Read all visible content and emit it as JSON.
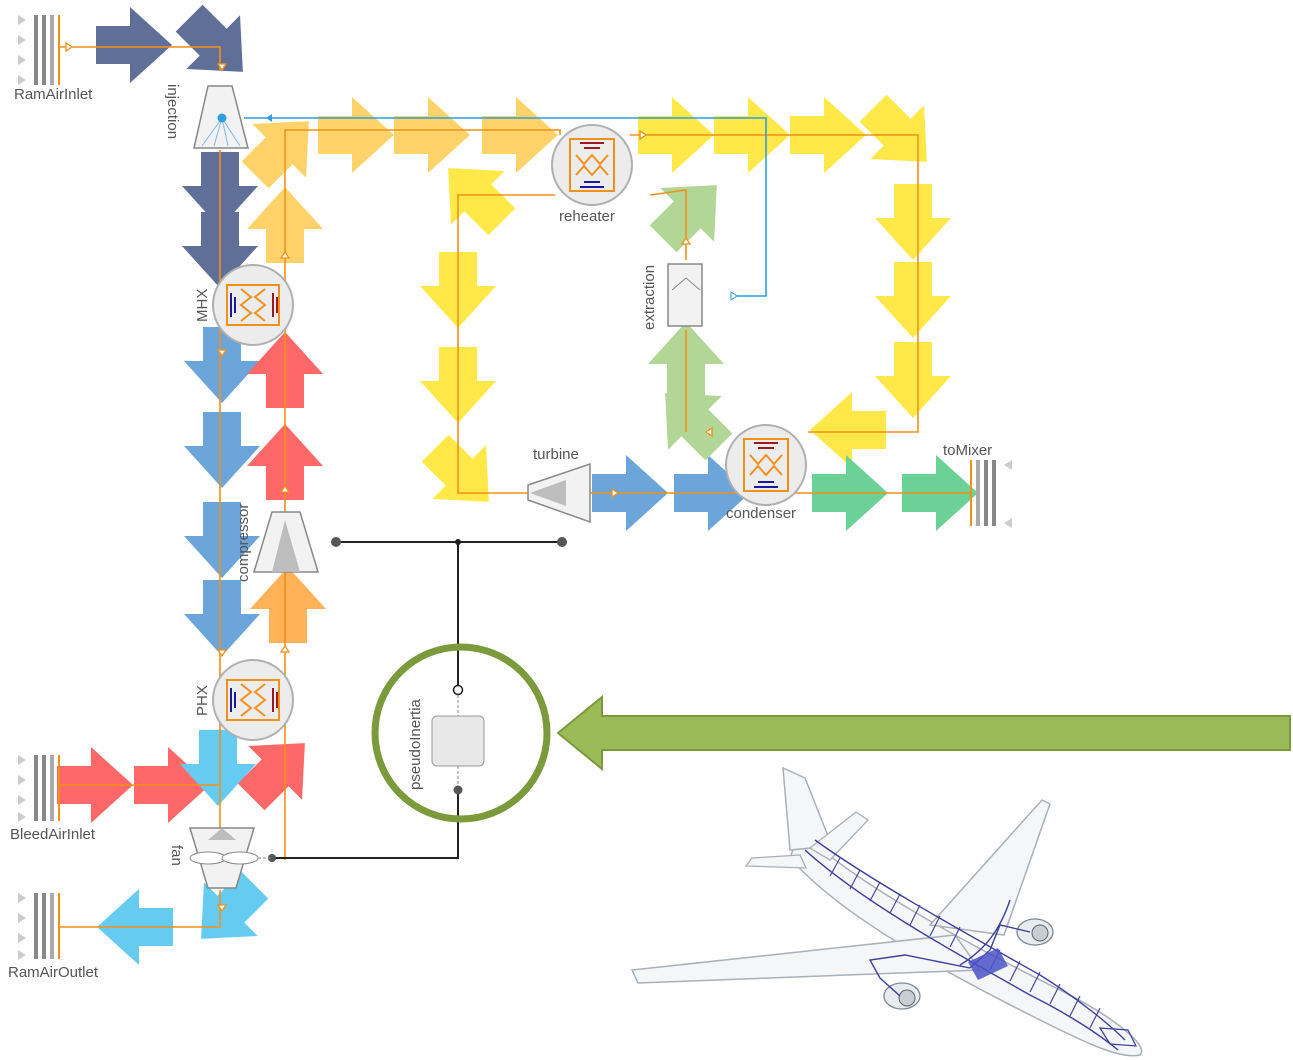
{
  "labels": {
    "ram_air_inlet": "RamAirInlet",
    "injection": "injection",
    "mhx": "MHX",
    "compressor": "compressor",
    "phx": "PHX",
    "bleed_air_inlet": "BleedAirInlet",
    "fan": "fan",
    "ram_air_outlet": "RamAirOutlet",
    "reheater": "reheater",
    "extraction": "extraction",
    "turbine": "turbine",
    "condenser": "condenser",
    "to_mixer": "toMixer",
    "pseudo_inertia": "pseudoInertia"
  },
  "colors": {
    "ram_air": "#4d5f8c",
    "cold_blue": "#5b9bd5",
    "hot_red": "#ff5757",
    "warm_orange": "#ffaa44",
    "light_orange": "#ffcf5a",
    "yellow": "#ffe634",
    "light_green": "#a9d28a",
    "green": "#5ccc8c",
    "sky_blue": "#55c6f0",
    "olive_highlight": "#7b9a3c",
    "pointer_arrow": "#9bbb59",
    "pipe_orange": "#f39019",
    "signal_blue": "#2f9fe0",
    "shaft": "#222222"
  },
  "icons": [
    "boundary-icon",
    "heat-exchanger-icon",
    "turbine-icon",
    "compressor-icon",
    "fan-icon",
    "injection-icon",
    "extraction-icon",
    "inertia-icon",
    "airplane-icon"
  ]
}
